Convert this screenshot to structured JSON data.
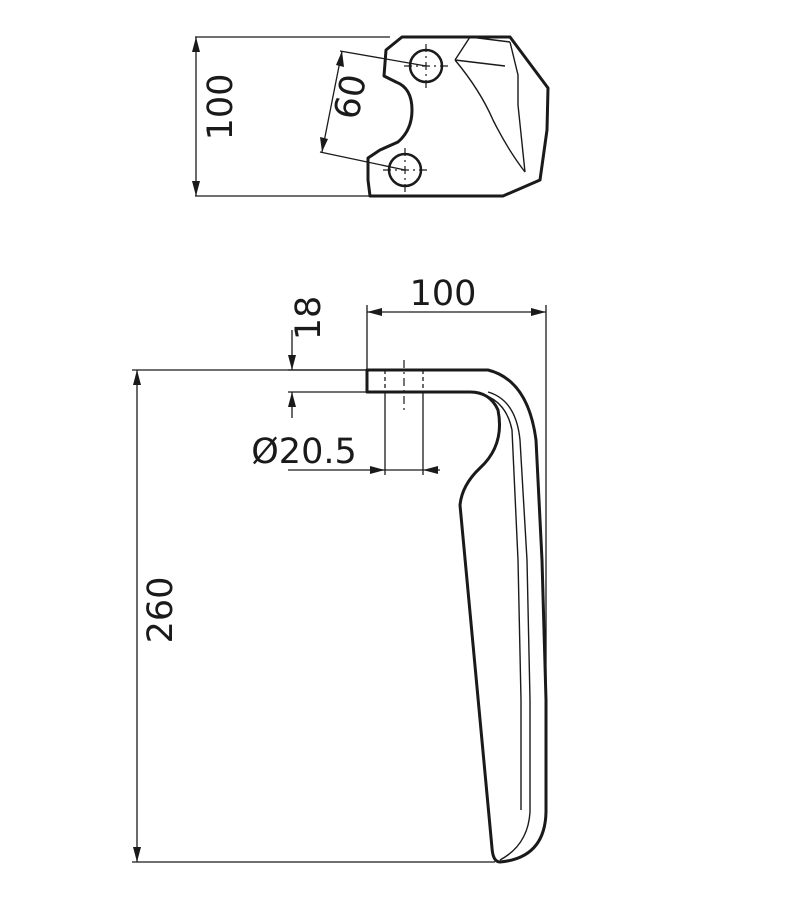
{
  "drawing": {
    "top_view": {
      "height_label": "100",
      "hole_spacing_label": "60"
    },
    "side_view": {
      "width_label": "100",
      "thickness_label": "18",
      "hole_diameter_label": "Ø20.5",
      "height_label": "260"
    }
  }
}
